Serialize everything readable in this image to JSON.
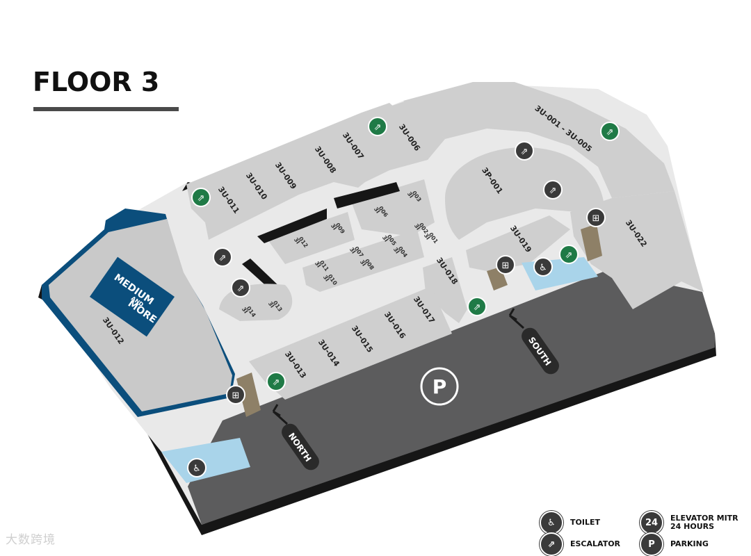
{
  "title": "FLOOR 3",
  "colors": {
    "unit": "#cfcfcf",
    "corridor": "#e9e9e9",
    "parking": "#5c5c5d",
    "edge": "#161616",
    "anchor": "#0b4e7c",
    "toilet_zone": "#a9d4ea",
    "exit_green": "#1f7a46",
    "icon_dark": "#3a3a3a"
  },
  "units": [
    {
      "id": "3u-001-005",
      "label": "3U-001 - 3U-005"
    },
    {
      "id": "3u-006",
      "label": "3U-006"
    },
    {
      "id": "3u-007",
      "label": "3U-007"
    },
    {
      "id": "3u-008",
      "label": "3U-008"
    },
    {
      "id": "3u-009",
      "label": "3U-009"
    },
    {
      "id": "3u-010",
      "label": "3U-010"
    },
    {
      "id": "3u-011",
      "label": "3U-011"
    },
    {
      "id": "3u-012",
      "label": "3U-012"
    },
    {
      "id": "3u-013",
      "label": "3U-013"
    },
    {
      "id": "3u-014",
      "label": "3U-014"
    },
    {
      "id": "3u-015",
      "label": "3U-015"
    },
    {
      "id": "3u-016",
      "label": "3U-016"
    },
    {
      "id": "3u-017",
      "label": "3U-017"
    },
    {
      "id": "3u-018",
      "label": "3U-018"
    },
    {
      "id": "3u-019",
      "label": "3U-019"
    },
    {
      "id": "3u-022",
      "label": "3U-022"
    },
    {
      "id": "3p-001",
      "label": "3P-001"
    }
  ],
  "kiosks": [
    {
      "id": "3i-001",
      "line1": "3I",
      "line2": "001"
    },
    {
      "id": "3i-002",
      "line1": "3I",
      "line2": "002"
    },
    {
      "id": "3i-003",
      "line1": "3I",
      "line2": "003"
    },
    {
      "id": "3i-004",
      "line1": "3I",
      "line2": "004"
    },
    {
      "id": "3i-005",
      "line1": "3I",
      "line2": "005"
    },
    {
      "id": "3i-006",
      "line1": "3I",
      "line2": "006"
    },
    {
      "id": "3i-007",
      "line1": "3I",
      "line2": "007"
    },
    {
      "id": "3i-008",
      "line1": "3I",
      "line2": "008"
    },
    {
      "id": "3i-009",
      "line1": "3I",
      "line2": "009"
    },
    {
      "id": "3i-010",
      "line1": "3I",
      "line2": "010"
    },
    {
      "id": "3i-011",
      "line1": "3I",
      "line2": "011"
    },
    {
      "id": "3i-012",
      "line1": "3I",
      "line2": "012"
    },
    {
      "id": "3i-013",
      "line1": "3I",
      "line2": "013"
    },
    {
      "id": "3i-014",
      "line1": "3I",
      "line2": "014"
    }
  ],
  "anchor_store": {
    "brand_lines": [
      "MEDIUM",
      "AND",
      "MORE"
    ]
  },
  "entrances": {
    "north": "NORTH",
    "south": "SOUTH"
  },
  "parking_symbol": "P",
  "legend": [
    {
      "id": "toilet",
      "icon": "toilet-icon",
      "glyph": "♿",
      "label": "TOILET"
    },
    {
      "id": "escalator",
      "icon": "escalator-icon",
      "glyph": "⇗",
      "label": "ESCALATOR"
    },
    {
      "id": "elevator",
      "icon": "elevator-icon",
      "glyph": "24",
      "label": "ELEVATOR MITR 24 HOURS"
    },
    {
      "id": "parking",
      "icon": "parking-icon",
      "glyph": "P",
      "label": "PARKING"
    }
  ],
  "watermark": "大数跨境"
}
